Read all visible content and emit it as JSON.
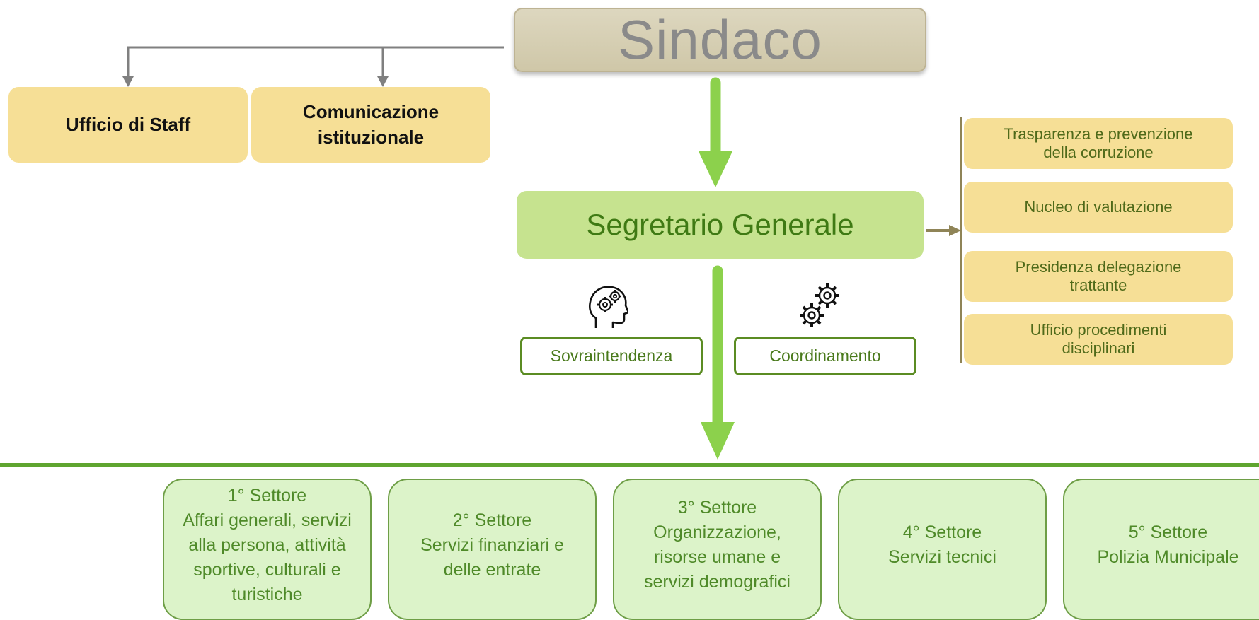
{
  "mayor": {
    "label": "Sindaco"
  },
  "staff_offices": [
    {
      "label": "Ufficio di Staff"
    },
    {
      "label": "Comunicazione istituzionale"
    }
  ],
  "secretary": {
    "label": "Segretario Generale"
  },
  "secretary_functions": [
    {
      "label": "Sovraintendenza",
      "icon": "head-gears-icon"
    },
    {
      "label": "Coordinamento",
      "icon": "gears-icon"
    }
  ],
  "side_offices": [
    {
      "label": "Trasparenza e prevenzione della corruzione"
    },
    {
      "label": "Nucleo di valutazione"
    },
    {
      "label": "Presidenza delegazione trattante"
    },
    {
      "label": "Ufficio procedimenti disciplinari"
    }
  ],
  "sectors": [
    {
      "title": "1° Settore",
      "name": "Affari generali, servizi alla persona, attività sportive, culturali e turistiche"
    },
    {
      "title": "2° Settore",
      "name": "Servizi finanziari e delle entrate"
    },
    {
      "title": "3° Settore",
      "name": "Organizzazione, risorse umane e servizi demografici"
    },
    {
      "title": "4° Settore",
      "name": "Servizi tecnici"
    },
    {
      "title": "5° Settore",
      "name": "Polizia Municipale"
    }
  ],
  "colors": {
    "arrow_green": "#8cd14c",
    "staff_yellow": "#f6df96",
    "secretary_green": "#c6e38f",
    "sector_green": "#dcf3c9",
    "connector_gray": "#808080",
    "connector_olive": "#8f8457"
  }
}
